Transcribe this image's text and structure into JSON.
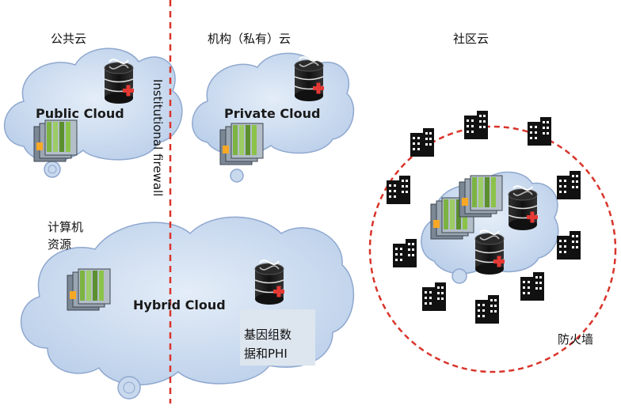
{
  "labels": {
    "public_cloud_title": "公共云",
    "private_cloud_title": "机构（私有）云",
    "community_cloud_title": "社区云",
    "firewall_vertical": "Institutional firewall",
    "compute_resources_line1": "计算机",
    "compute_resources_line2": "资源",
    "genome_data_line1": "基因组数",
    "genome_data_line2": "据和PHI",
    "firewall": "防火墙"
  },
  "clouds": {
    "public": "Public Cloud",
    "private": "Private Cloud",
    "hybrid": "Hybrid Cloud"
  },
  "colors": {
    "cloud_fill": "#c9d9ee",
    "cloud_stroke": "#8fa8cf",
    "firewall_red": "#d9342b",
    "database_dark": "#1b1b1b",
    "building": "#111111"
  },
  "icons": [
    "database-dna-icon",
    "server-rack-icon",
    "building-icon"
  ]
}
